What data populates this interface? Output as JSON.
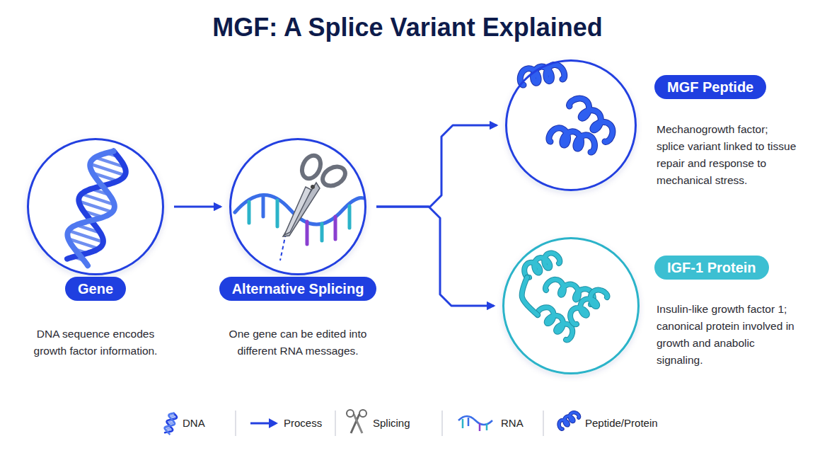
{
  "diagram": {
    "title": "MGF: A Splice Variant Explained",
    "nodes": [
      {
        "text": [
          "Gene",
          "DNA sequence encodes growth factor information."
        ]
      },
      {
        "text": [
          "Alternative Splicing",
          "One gene can be edited into different RNA messages."
        ]
      },
      {
        "text": [
          "MGF Peptide",
          "Mechanogrowth factor; splice variant linked to tissue repair and response to mechanical stress."
        ]
      },
      {
        "text": [
          "IGF-1 Protein",
          "Insulin-like growth factor 1; canonical protein involved in growth and anabolic signaling."
        ]
      }
    ],
    "edges": [
      {
        "from": 0,
        "to": 1,
        "arrow": "to"
      },
      {
        "from": 1,
        "to": 2,
        "arrow": "to"
      },
      {
        "from": 1,
        "to": 3,
        "arrow": "to"
      }
    ],
    "legend": [
      {
        "text": "DNA"
      },
      {
        "text": "Process"
      },
      {
        "text": "Splicing"
      },
      {
        "text": "RNA"
      },
      {
        "text": "Peptide/Protein"
      }
    ]
  }
}
